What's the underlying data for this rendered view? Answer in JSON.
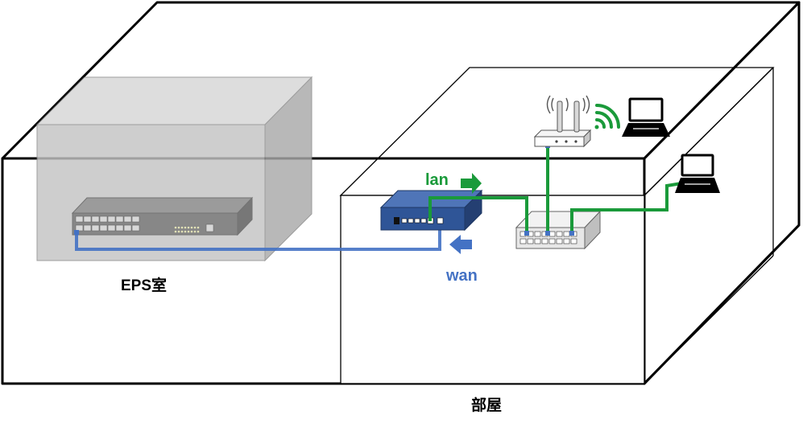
{
  "labels": {
    "eps_room": "EPS室",
    "room": "部屋",
    "lan": "lan",
    "wan": "wan"
  },
  "colors": {
    "lan": "#1a9a3a",
    "wan": "#4472c4",
    "router": "#2f5597",
    "eps_box": "#bdbdbd",
    "outline": "#000000"
  },
  "icons": {
    "core_switch": "rack-switch-icon",
    "router": "router-icon",
    "hub": "switch-hub-icon",
    "wifi_ap": "wifi-access-point-icon",
    "laptop_wifi": "laptop-icon",
    "laptop_wired": "laptop-icon"
  }
}
